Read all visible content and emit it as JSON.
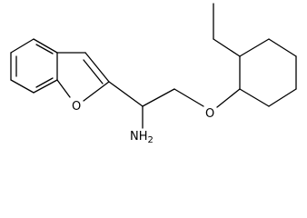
{
  "molecule": {
    "atom_labels": {
      "ring_oxygen": "O",
      "ether_oxygen": "O",
      "amine": "NH2"
    },
    "colors": {
      "bond": "#000000",
      "text": "#000000",
      "background": "#ffffff"
    }
  }
}
